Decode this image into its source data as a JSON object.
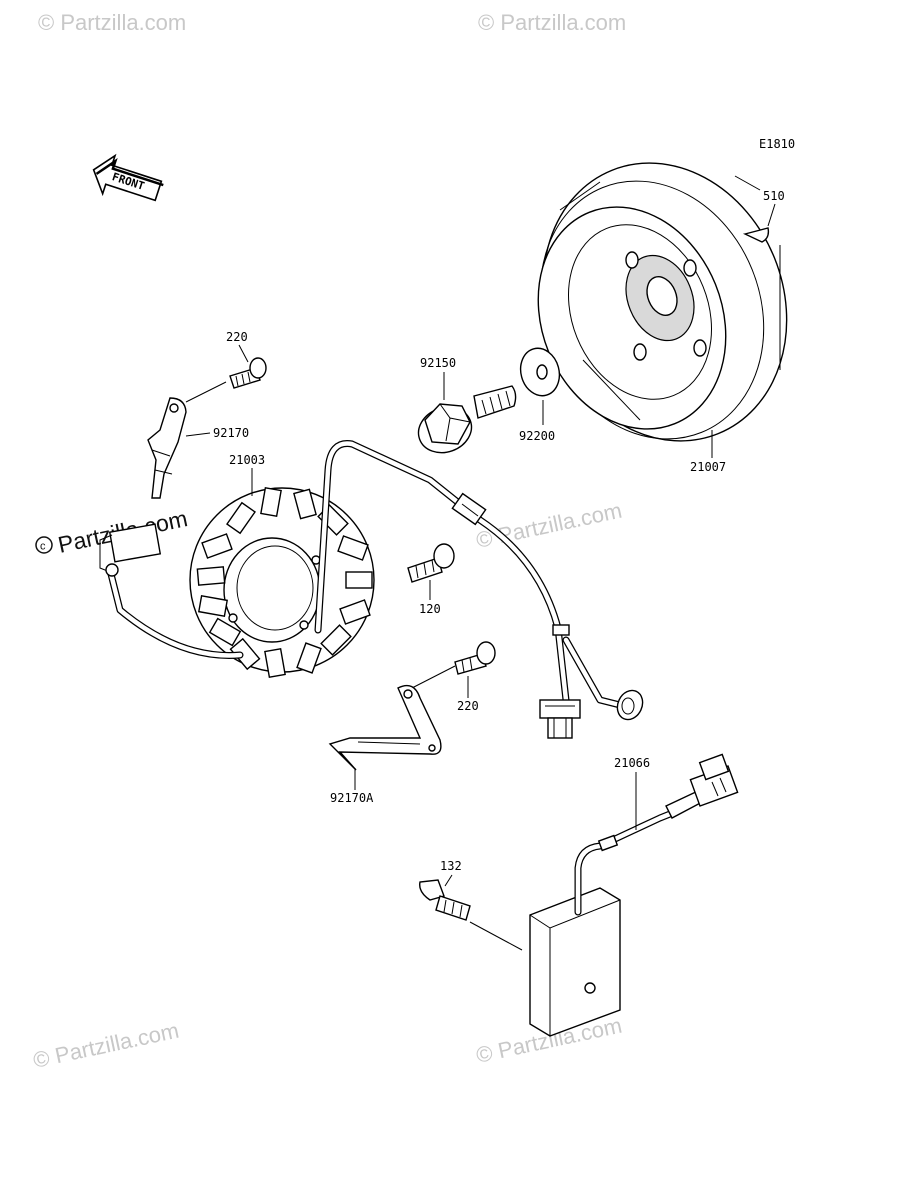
{
  "diagram": {
    "code": "E1810",
    "front_label": "FRONT",
    "watermark_text": "© Partzilla.com",
    "watermark_brand": "Partzilla.com",
    "parts": [
      {
        "id": "510"
      },
      {
        "id": "21007"
      },
      {
        "id": "92150"
      },
      {
        "id": "92200"
      },
      {
        "id": "220"
      },
      {
        "id": "92170"
      },
      {
        "id": "21003"
      },
      {
        "id": "120"
      },
      {
        "id": "220"
      },
      {
        "id": "92170A"
      },
      {
        "id": "21066"
      },
      {
        "id": "132"
      }
    ]
  },
  "colors": {
    "line": "#000000",
    "background": "#ffffff",
    "watermark": "#c8c8c8"
  }
}
